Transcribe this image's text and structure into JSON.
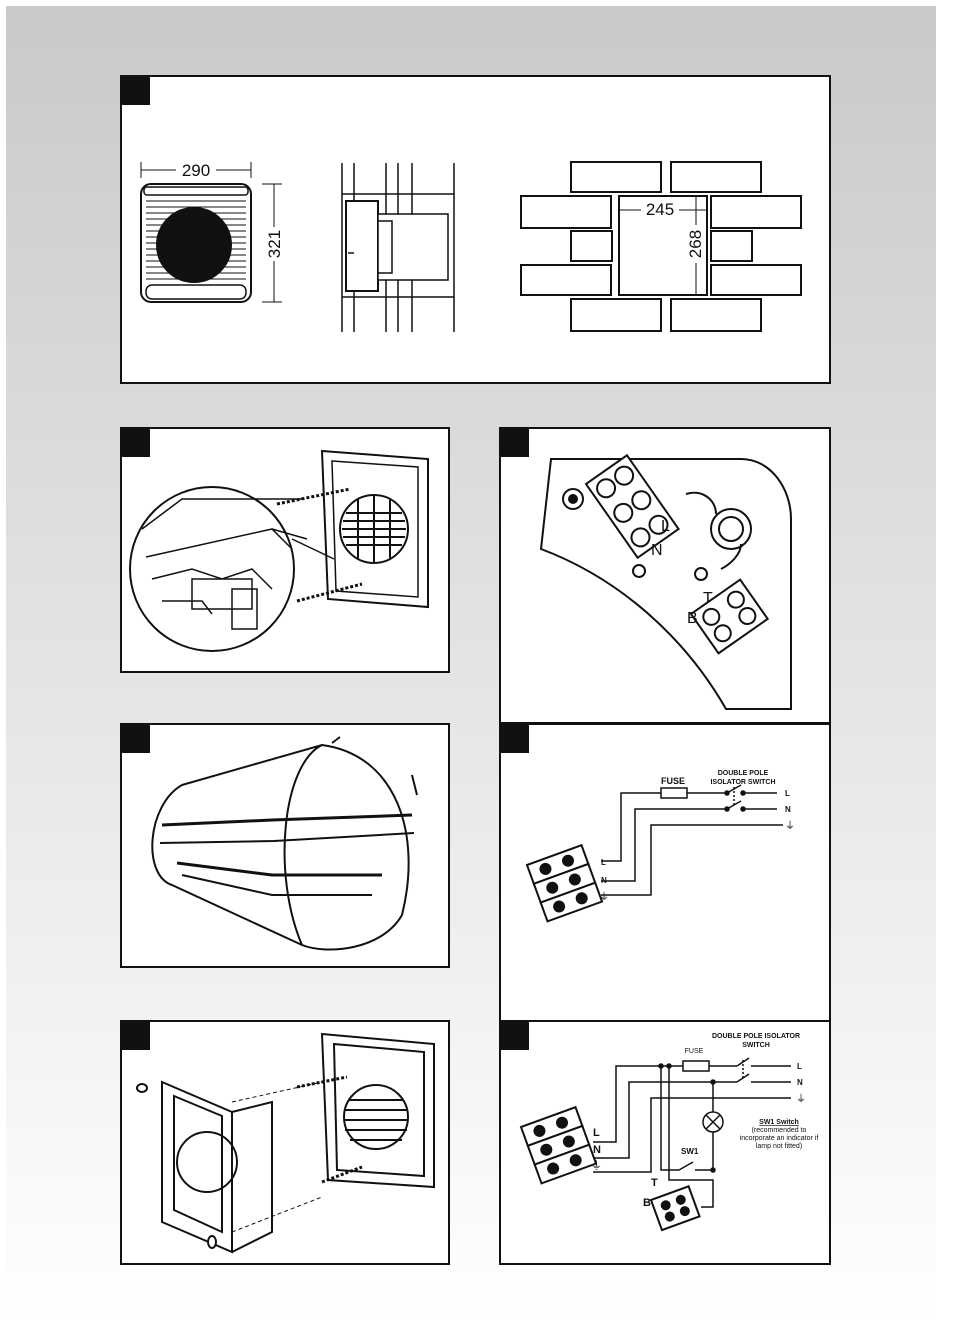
{
  "panel1": {
    "grille_width": "290",
    "grille_height": "321",
    "opening_width": "245",
    "opening_height": "268"
  },
  "panel4": {
    "label_L": "L",
    "label_N": "N",
    "label_T": "T",
    "label_B": "B"
  },
  "panel5": {
    "fuse": "FUSE",
    "isolator_line1": "DOUBLE POLE",
    "isolator_line2": "ISOLATOR SWITCH",
    "term_L": "L",
    "term_N": "N",
    "earth_symbol": "⏚"
  },
  "panel7": {
    "fuse": "FUSE",
    "isolator_line1": "DOUBLE POLE ISOLATOR",
    "isolator_line2": "SWITCH",
    "term_L": "L",
    "term_N": "N",
    "earth_symbol": "⏚",
    "sw1": "SW1",
    "sw1_note_title": "SW1 Switch",
    "sw1_note_line1": "(recommended to",
    "sw1_note_line2": "incorporate an indicator if",
    "sw1_note_line3": "lamp not fitted)",
    "label_T": "T",
    "label_B": "B"
  }
}
